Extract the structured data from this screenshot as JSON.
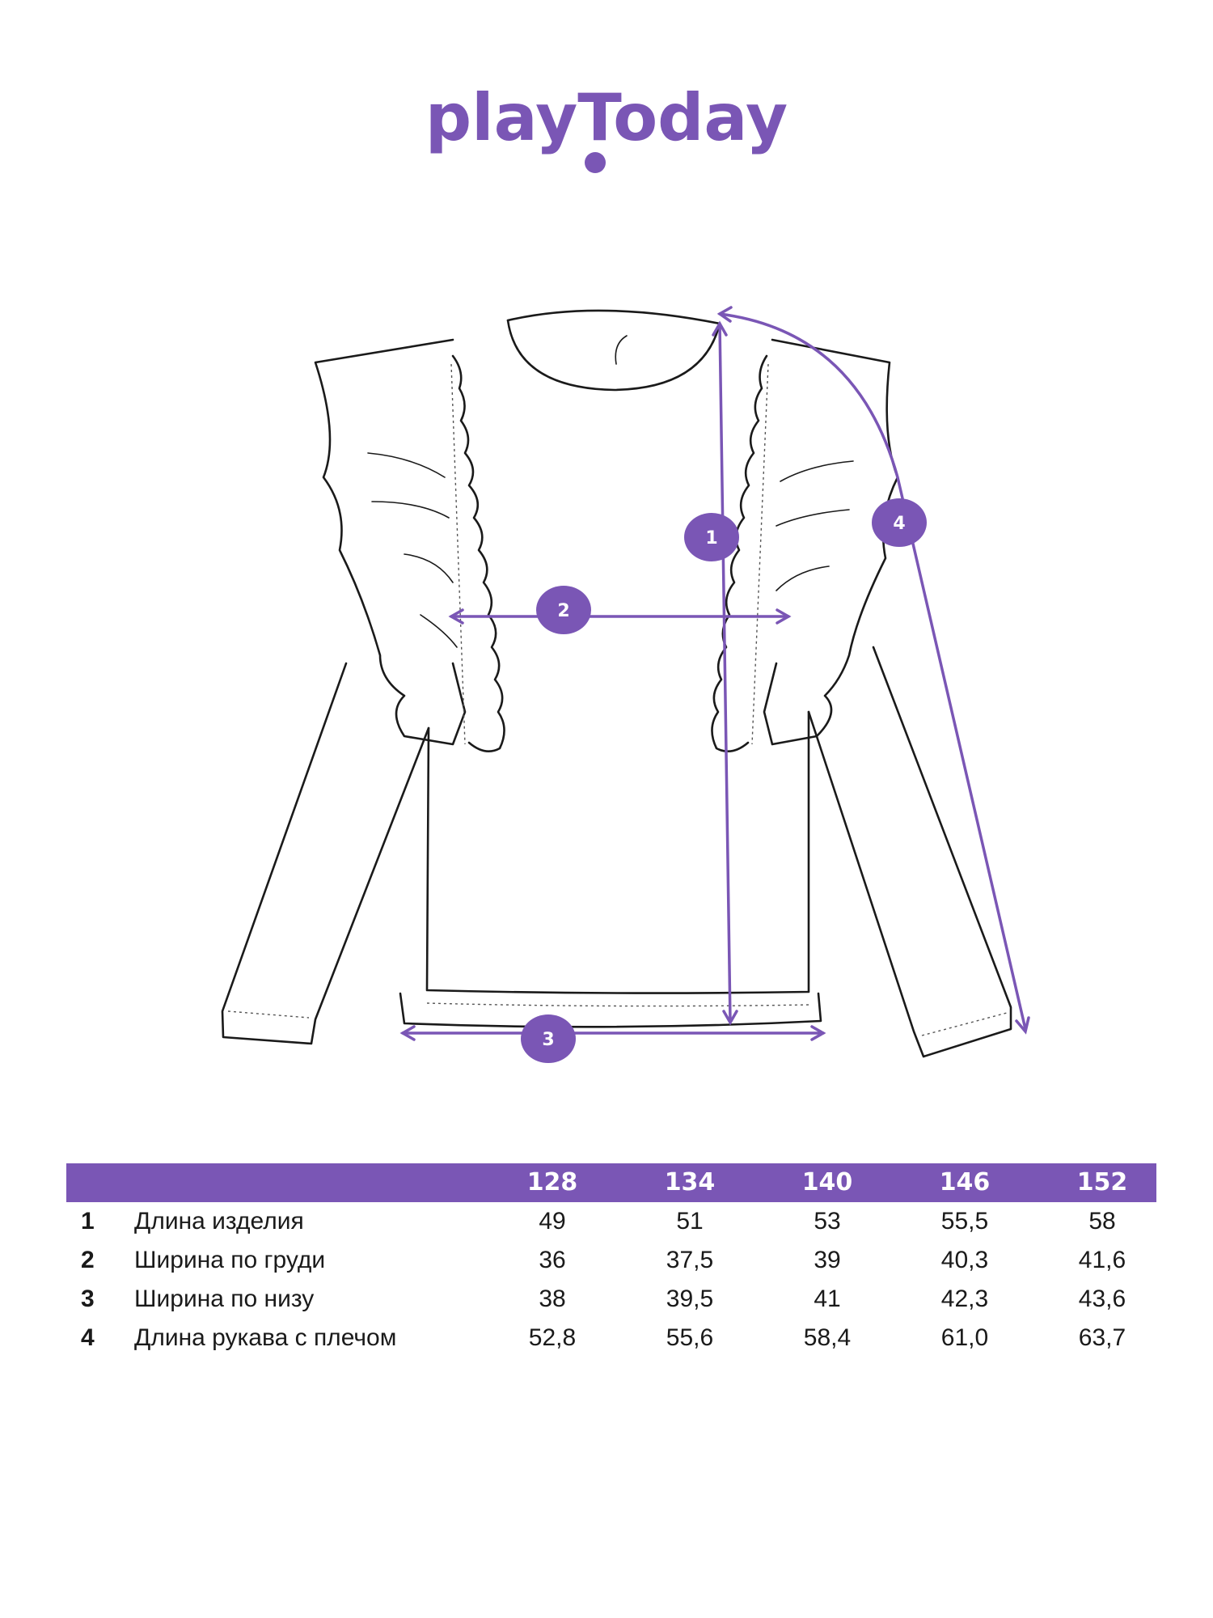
{
  "brand": {
    "logo_text": "playToday",
    "color": "#7a56b5"
  },
  "badges": [
    "1",
    "2",
    "3",
    "4"
  ],
  "table": {
    "columns": [
      "128",
      "134",
      "140",
      "146",
      "152"
    ],
    "rows": [
      {
        "num": "1",
        "label": "Длина изделия",
        "values": [
          "49",
          "51",
          "53",
          "55,5",
          "58"
        ]
      },
      {
        "num": "2",
        "label": "Ширина по груди",
        "values": [
          "36",
          "37,5",
          "39",
          "40,3",
          "41,6"
        ]
      },
      {
        "num": "3",
        "label": "Ширина по низу",
        "values": [
          "38",
          "39,5",
          "41",
          "42,3",
          "43,6"
        ]
      },
      {
        "num": "4",
        "label": "Длина рукава с плечом",
        "values": [
          "52,8",
          "55,6",
          "58,4",
          "61,0",
          "63,7"
        ]
      }
    ]
  }
}
